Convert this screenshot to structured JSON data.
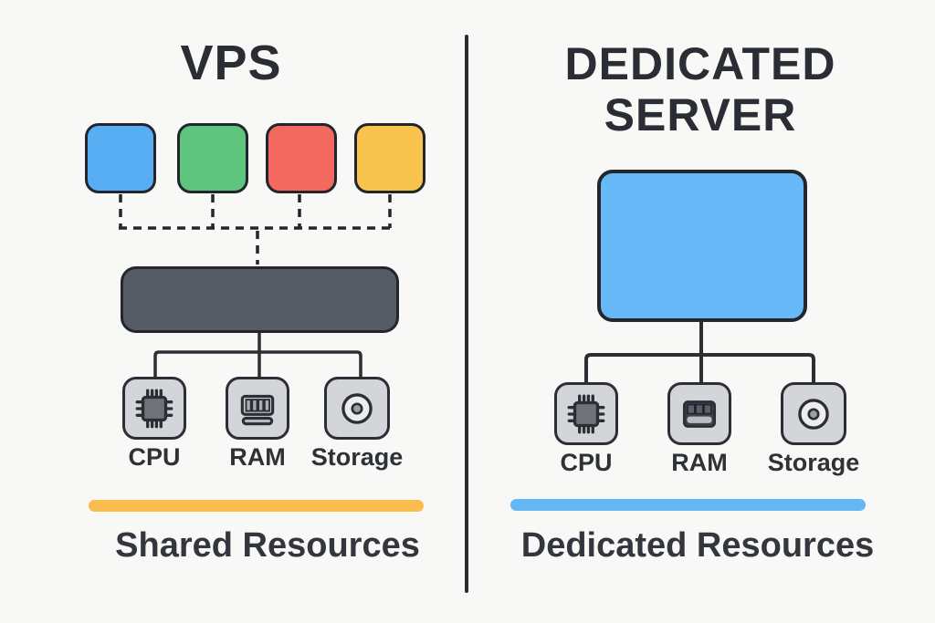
{
  "palette": {
    "background": "#f8f8f6",
    "ink": "#2b2e34",
    "divider": "#2b2d33",
    "icon_box_fill": "#d3d5d9"
  },
  "left_panel": {
    "title": "VPS",
    "vm_blocks": [
      {
        "name": "vm-block-blue",
        "color": "#58aef3"
      },
      {
        "name": "vm-block-green",
        "color": "#5fc57e"
      },
      {
        "name": "vm-block-red",
        "color": "#f3685f"
      },
      {
        "name": "vm-block-yellow",
        "color": "#f9c44e"
      }
    ],
    "server_block_color": "#565c66",
    "resources": [
      {
        "label": "CPU",
        "icon": "cpu-icon"
      },
      {
        "label": "RAM",
        "icon": "ram-icon"
      },
      {
        "label": "Storage",
        "icon": "storage-icon"
      }
    ],
    "underline_color": "#f8bc4f",
    "caption": "Shared Resources"
  },
  "right_panel": {
    "title_lines": [
      "DEDICATED",
      "SERVER"
    ],
    "server_block_color": "#68b9f8",
    "resources": [
      {
        "label": "CPU",
        "icon": "cpu-icon"
      },
      {
        "label": "RAM",
        "icon": "ram-icon"
      },
      {
        "label": "Storage",
        "icon": "storage-icon"
      }
    ],
    "underline_color": "#64b6f4",
    "caption": "Dedicated Resources"
  }
}
